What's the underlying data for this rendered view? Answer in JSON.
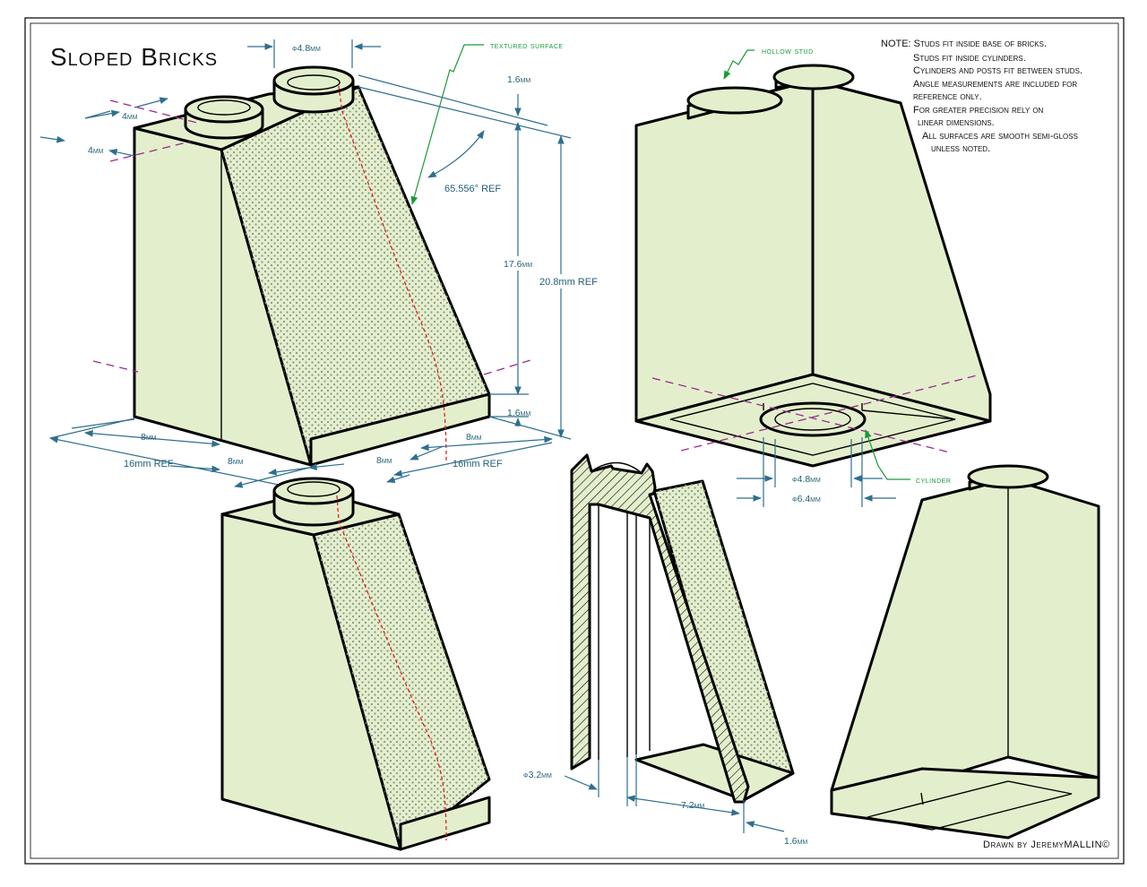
{
  "title": "Sloped Bricks",
  "notes": [
    "NOTE: Studs fit inside base of bricks.",
    "Studs fit inside cylinders.",
    "Cylinders and posts fit between studs.",
    "Angle measurements are included for",
    "reference only.",
    "For greater precision rely on",
    "linear dimensions.",
    "All surfaces are smooth semi-gloss",
    "unless noted."
  ],
  "callouts": {
    "textured_surface": "textured surface",
    "hollow_stud": "hollow stud",
    "cylinder": "cylinder"
  },
  "dimensions": {
    "stud_dia": "ϕ4.8mm",
    "stud_height": "1.6mm",
    "angle": "65.556° REF",
    "slope_height": "17.6mm",
    "total_height": "20.8mm REF",
    "base_height": "1.6mm",
    "left_4mm_a": "4mm",
    "left_4mm_b": "4mm",
    "left_8mm": "8mm",
    "left_16mm": "16mm REF",
    "bottom_8mm_a": "8mm",
    "bottom_8mm_b": "8mm",
    "right_8mm": "8mm",
    "right_16mm": "16mm REF",
    "cyl_inner": "ϕ4.8mm",
    "cyl_outer": "ϕ6.4mm",
    "post_dia": "ϕ3.2mm",
    "inner_7_2": "7.2mm",
    "wall_1_6": "1.6mm"
  },
  "credit": "Drawn by JeremyMALLIN©",
  "colors": {
    "face": "#e3efcc",
    "dimension": "#2f6f8e",
    "centerline": "#9a2a8e",
    "hidden": "#e02020",
    "callout": "#1a9a3a"
  }
}
